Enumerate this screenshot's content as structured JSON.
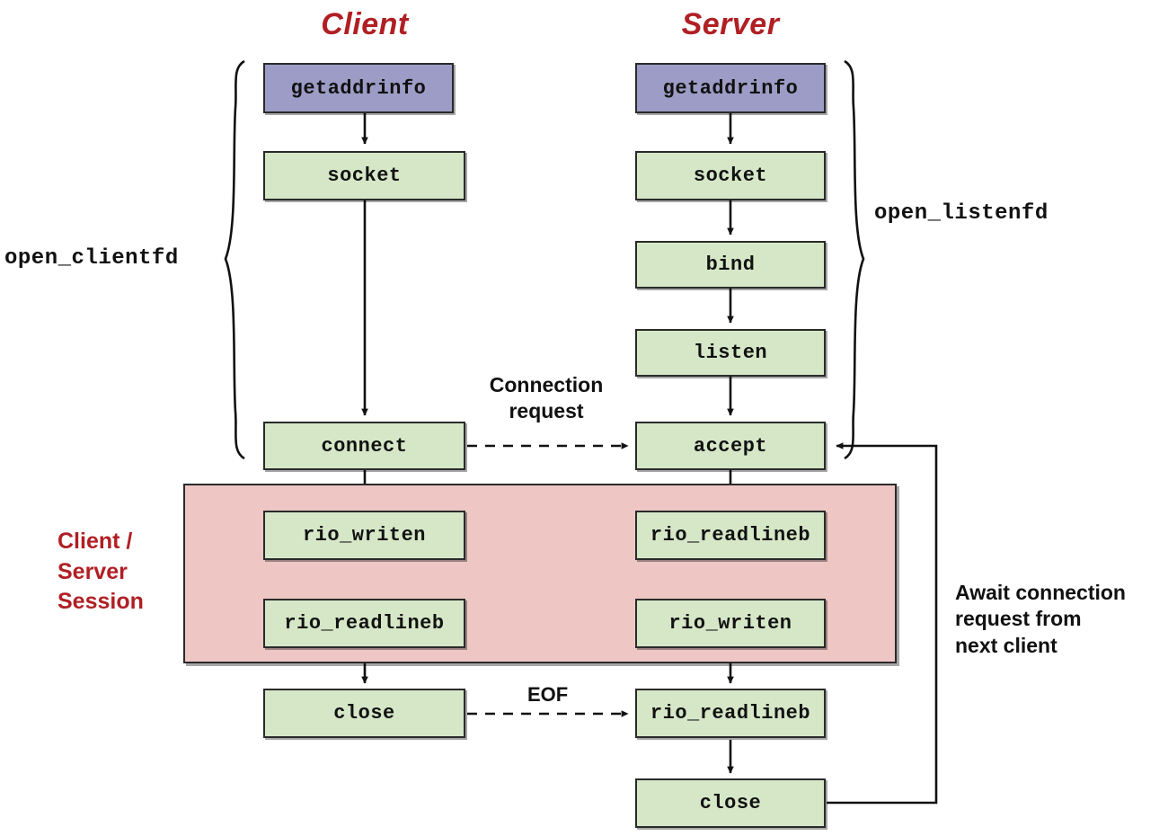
{
  "diagram": {
    "title_client": "Client",
    "title_server": "Server",
    "colors": {
      "box_green": "#d5e7c7",
      "box_purple": "#9c9cc6",
      "session_pink": "#eec6c3",
      "accent_red": "#b01f24",
      "stroke": "#2a2a2a"
    }
  },
  "client": {
    "nodes": [
      {
        "label": "getaddrinfo",
        "kind": "purple"
      },
      {
        "label": "socket",
        "kind": "green"
      },
      {
        "label": "connect",
        "kind": "green"
      },
      {
        "label": "rio_writen",
        "kind": "green"
      },
      {
        "label": "rio_readlineb",
        "kind": "green"
      },
      {
        "label": "close",
        "kind": "green"
      }
    ]
  },
  "server": {
    "nodes": [
      {
        "label": "getaddrinfo",
        "kind": "purple"
      },
      {
        "label": "socket",
        "kind": "green"
      },
      {
        "label": "bind",
        "kind": "green"
      },
      {
        "label": "listen",
        "kind": "green"
      },
      {
        "label": "accept",
        "kind": "green"
      },
      {
        "label": "rio_readlineb",
        "kind": "green"
      },
      {
        "label": "rio_writen",
        "kind": "green"
      },
      {
        "label": "rio_readlineb",
        "kind": "green"
      },
      {
        "label": "close",
        "kind": "green"
      }
    ]
  },
  "annotations": {
    "open_clientfd": "open_clientfd",
    "open_listenfd": "open_listenfd",
    "session_title": "Client /\nServer\nSession",
    "session_title_lines": [
      "Client /",
      "Server",
      "Session"
    ],
    "connection_request": "Connection\nrequest",
    "connection_request_lines": [
      "Connection",
      "request"
    ],
    "eof": "EOF",
    "await": "Await connection\nrequest from\nnext client",
    "await_lines": [
      "Await connection",
      "request from",
      "next client"
    ]
  }
}
